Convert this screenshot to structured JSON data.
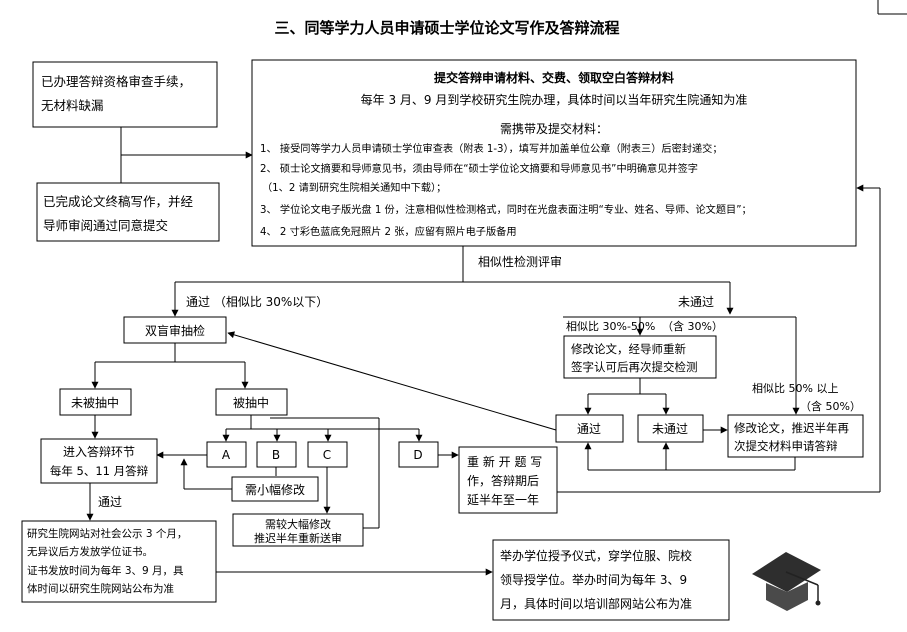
{
  "title": "三、同等学力人员申请硕士学位论文写作及答辩流程",
  "left_box_1": [
    "已办理答辩资格审查手续，",
    "无材料缺漏"
  ],
  "left_box_2": [
    "已完成论文终稿写作，并经",
    "导师审阅通过同意提交"
  ],
  "main_box": {
    "heading": "提交答辩申请材料、交费、领取空白答辩材料",
    "subheading": "每年 3 月、9 月到学校研究生院办理，具体时间以当年研究生院通知为准",
    "materials_title": "需携带及提交材料：",
    "items": [
      "1、 接受同等学力人员申请硕士学位审查表（附表 1-3），填写并加盖单位公章（附表三）后密封递交；",
      "2、 硕士论文摘要和导师意见书，须由导师在“硕士学位论文摘要和导师意见书”中明确意见并签字",
      "（1、2 请到研究生院相关通知中下载）；",
      "3、 学位论文电子版光盘 1 份，注意相似性检测格式，同时在光盘表面注明“专业、姓名、导师、论文题目”；",
      "4、 2 寸彩色蓝底免冠照片 2 张，应留有照片电子版备用"
    ]
  },
  "similarity_check": "相似性检测评审",
  "pass_label": "通过 （相似比 30%以下）",
  "fail_label": "未通过",
  "blind_review": "双盲审抽检",
  "not_sampled": "未被抽中",
  "sampled": "被抽中",
  "grade_a": "A",
  "grade_b": "B",
  "grade_c": "C",
  "grade_d": "D",
  "minor_revision": "需小幅修改",
  "major_revision": [
    "需较大幅修改",
    "推迟半年重新送审"
  ],
  "defense": [
    "进入答辩环节",
    "每年 5、11 月答辩"
  ],
  "pass_small": "通过",
  "sim_30_50": "相似比 30%-50%",
  "incl_30": "（含 30%）",
  "revise_box": [
    "修改论文，经导师重新",
    "签字认可后再次提交检测"
  ],
  "recheck_pass": "通过",
  "recheck_fail": "未通过",
  "sim_50": "相似比  50% 以上",
  "incl_50": "（含 50%）",
  "delay_box": [
    "修改论文，推迟半年再",
    "次提交材料申请答辩"
  ],
  "reproposal": [
    "重 新 开 题 写",
    "作，答辩期后",
    "延半年至一年"
  ],
  "publicity_box": [
    "研究生院网站对社会公示 3 个月，",
    "无异议后方发放学位证书。",
    "证书发放时间为每年  3、9 月，具",
    "体时间以研究生院网站公布为准"
  ],
  "ceremony_box": [
    "举办学位授予仪式，穿学位服、院校",
    "领导授学位。举办时间为每年  3、9",
    "月，具体时间以培训部网站公布为准"
  ],
  "colors": {
    "line": "#000000",
    "box_fill": "#ffffff",
    "cap": "#2e2e2e"
  },
  "icons": [
    "graduation-cap-icon"
  ]
}
